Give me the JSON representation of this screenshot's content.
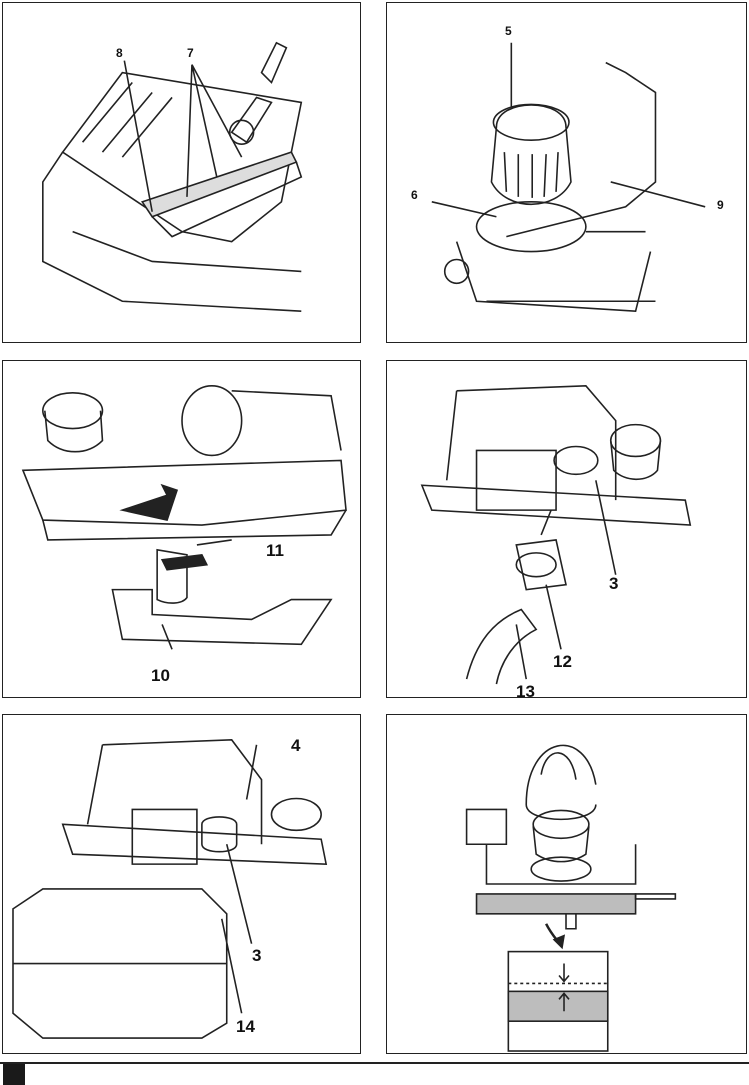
{
  "panels": [
    {
      "labels": {
        "a": "8",
        "b": "7"
      }
    },
    {
      "labels": {
        "a": "5",
        "b": "6",
        "c": "9"
      }
    },
    {
      "labels": {
        "a": "11",
        "b": "10"
      }
    },
    {
      "labels": {
        "a": "3",
        "b": "12",
        "c": "13"
      }
    },
    {
      "labels": {
        "a": "4",
        "b": "3",
        "c": "14"
      }
    },
    {
      "labels": {}
    }
  ],
  "colors": {
    "line": "#222222",
    "wood": "#bdbdbd",
    "tab": "#1a1a1a"
  }
}
